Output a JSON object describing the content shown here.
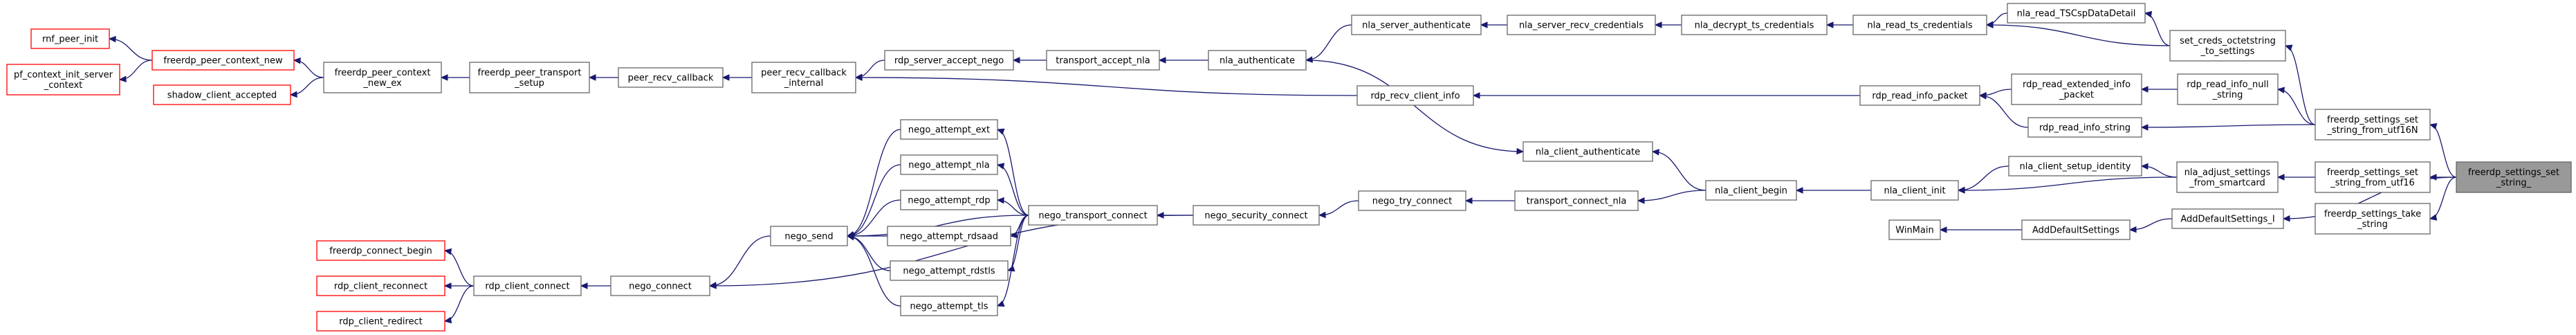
{
  "nodes": [
    {
      "id": "rnf_peer_init",
      "lines": [
        "rnf_peer_init"
      ],
      "style": "red"
    },
    {
      "id": "pf_context_init",
      "lines": [
        "pf_context_init_server",
        "_context"
      ],
      "style": "red"
    },
    {
      "id": "freerdp_peer_context_new",
      "lines": [
        "freerdp_peer_context_new"
      ],
      "style": "red"
    },
    {
      "id": "shadow_client_accepted",
      "lines": [
        "shadow_client_accepted"
      ],
      "style": "red"
    },
    {
      "id": "freerdp_peer_context_new_ex",
      "lines": [
        "freerdp_peer_context",
        "_new_ex"
      ],
      "style": "normal"
    },
    {
      "id": "freerdp_peer_transport_setup",
      "lines": [
        "freerdp_peer_transport",
        "_setup"
      ],
      "style": "normal"
    },
    {
      "id": "peer_recv_callback",
      "lines": [
        "peer_recv_callback"
      ],
      "style": "normal"
    },
    {
      "id": "peer_recv_callback_internal",
      "lines": [
        "peer_recv_callback",
        "_internal"
      ],
      "style": "normal"
    },
    {
      "id": "rdp_server_accept_nego",
      "lines": [
        "rdp_server_accept_nego"
      ],
      "style": "normal"
    },
    {
      "id": "transport_accept_nla",
      "lines": [
        "transport_accept_nla"
      ],
      "style": "normal"
    },
    {
      "id": "nla_authenticate",
      "lines": [
        "nla_authenticate"
      ],
      "style": "normal"
    },
    {
      "id": "nla_server_authenticate",
      "lines": [
        "nla_server_authenticate"
      ],
      "style": "normal"
    },
    {
      "id": "nla_server_recv_credentials",
      "lines": [
        "nla_server_recv_credentials"
      ],
      "style": "normal"
    },
    {
      "id": "nla_decrypt_ts_credentials",
      "lines": [
        "nla_decrypt_ts_credentials"
      ],
      "style": "normal"
    },
    {
      "id": "nla_read_ts_credentials",
      "lines": [
        "nla_read_ts_credentials"
      ],
      "style": "normal"
    },
    {
      "id": "nla_read_TSCspDataDetail",
      "lines": [
        "nla_read_TSCspDataDetail"
      ],
      "style": "normal"
    },
    {
      "id": "set_creds_octetstring",
      "lines": [
        "set_creds_octetstring",
        "_to_settings"
      ],
      "style": "normal"
    },
    {
      "id": "rdp_recv_client_info",
      "lines": [
        "rdp_recv_client_info"
      ],
      "style": "normal"
    },
    {
      "id": "rdp_read_info_packet",
      "lines": [
        "rdp_read_info_packet"
      ],
      "style": "normal"
    },
    {
      "id": "rdp_read_extended_info_packet",
      "lines": [
        "rdp_read_extended_info",
        "_packet"
      ],
      "style": "normal"
    },
    {
      "id": "rdp_read_info_null_string",
      "lines": [
        "rdp_read_info_null",
        "_string"
      ],
      "style": "normal"
    },
    {
      "id": "rdp_read_info_string",
      "lines": [
        "rdp_read_info_string"
      ],
      "style": "normal"
    },
    {
      "id": "freerdp_settings_set_string_from_utf16N",
      "lines": [
        "freerdp_settings_set",
        "_string_from_utf16N"
      ],
      "style": "normal"
    },
    {
      "id": "nla_client_authenticate",
      "lines": [
        "nla_client_authenticate"
      ],
      "style": "normal"
    },
    {
      "id": "nla_client_begin",
      "lines": [
        "nla_client_begin"
      ],
      "style": "normal"
    },
    {
      "id": "nla_client_init",
      "lines": [
        "nla_client_init"
      ],
      "style": "normal"
    },
    {
      "id": "nla_client_setup_identity",
      "lines": [
        "nla_client_setup_identity"
      ],
      "style": "normal"
    },
    {
      "id": "nla_adjust_settings_from_smartcard",
      "lines": [
        "nla_adjust_settings",
        "_from_smartcard"
      ],
      "style": "normal"
    },
    {
      "id": "freerdp_settings_set_string_from_utf16",
      "lines": [
        "freerdp_settings_set",
        "_string_from_utf16"
      ],
      "style": "normal"
    },
    {
      "id": "freerdp_settings_set_string_",
      "lines": [
        "freerdp_settings_set",
        "_string_"
      ],
      "style": "current"
    },
    {
      "id": "freerdp_settings_take_string",
      "lines": [
        "freerdp_settings_take",
        "_string"
      ],
      "style": "normal"
    },
    {
      "id": "nego_attempt_ext",
      "lines": [
        "nego_attempt_ext"
      ],
      "style": "normal"
    },
    {
      "id": "nego_attempt_nla",
      "lines": [
        "nego_attempt_nla"
      ],
      "style": "normal"
    },
    {
      "id": "nego_attempt_rdp",
      "lines": [
        "nego_attempt_rdp"
      ],
      "style": "normal"
    },
    {
      "id": "nego_attempt_rdsaad",
      "lines": [
        "nego_attempt_rdsaad"
      ],
      "style": "normal"
    },
    {
      "id": "nego_attempt_rdstls",
      "lines": [
        "nego_attempt_rdstls"
      ],
      "style": "normal"
    },
    {
      "id": "nego_attempt_tls",
      "lines": [
        "nego_attempt_tls"
      ],
      "style": "normal"
    },
    {
      "id": "nego_send",
      "lines": [
        "nego_send"
      ],
      "style": "normal"
    },
    {
      "id": "nego_transport_connect",
      "lines": [
        "nego_transport_connect"
      ],
      "style": "normal"
    },
    {
      "id": "nego_security_connect",
      "lines": [
        "nego_security_connect"
      ],
      "style": "normal"
    },
    {
      "id": "nego_try_connect",
      "lines": [
        "nego_try_connect"
      ],
      "style": "normal"
    },
    {
      "id": "transport_connect_nla",
      "lines": [
        "transport_connect_nla"
      ],
      "style": "normal"
    },
    {
      "id": "WinMain",
      "lines": [
        "WinMain"
      ],
      "style": "normal"
    },
    {
      "id": "AddDefaultSettings",
      "lines": [
        "AddDefaultSettings"
      ],
      "style": "normal"
    },
    {
      "id": "AddDefaultSettings_I",
      "lines": [
        "AddDefaultSettings_I"
      ],
      "style": "normal"
    },
    {
      "id": "freerdp_connect_begin",
      "lines": [
        "freerdp_connect_begin"
      ],
      "style": "red"
    },
    {
      "id": "rdp_client_reconnect",
      "lines": [
        "rdp_client_reconnect"
      ],
      "style": "red"
    },
    {
      "id": "rdp_client_redirect",
      "lines": [
        "rdp_client_redirect"
      ],
      "style": "red"
    },
    {
      "id": "rdp_client_connect",
      "lines": [
        "rdp_client_connect"
      ],
      "style": "normal"
    },
    {
      "id": "nego_connect",
      "lines": [
        "nego_connect"
      ],
      "style": "normal"
    }
  ],
  "edges": [
    [
      "rnf_peer_init",
      "freerdp_peer_context_new"
    ],
    [
      "pf_context_init",
      "freerdp_peer_context_new"
    ],
    [
      "freerdp_peer_context_new",
      "freerdp_peer_context_new_ex"
    ],
    [
      "shadow_client_accepted",
      "freerdp_peer_context_new_ex"
    ],
    [
      "freerdp_peer_context_new_ex",
      "freerdp_peer_transport_setup"
    ],
    [
      "freerdp_peer_transport_setup",
      "peer_recv_callback"
    ],
    [
      "peer_recv_callback",
      "peer_recv_callback_internal"
    ],
    [
      "peer_recv_callback_internal",
      "rdp_server_accept_nego"
    ],
    [
      "peer_recv_callback_internal",
      "rdp_recv_client_info"
    ],
    [
      "rdp_server_accept_nego",
      "transport_accept_nla"
    ],
    [
      "transport_accept_nla",
      "nla_authenticate"
    ],
    [
      "nla_authenticate",
      "nla_server_authenticate"
    ],
    [
      "nla_client_authenticate",
      "nla_authenticate"
    ],
    [
      "nla_server_authenticate",
      "nla_server_recv_credentials"
    ],
    [
      "nla_server_recv_credentials",
      "nla_decrypt_ts_credentials"
    ],
    [
      "nla_decrypt_ts_credentials",
      "nla_read_ts_credentials"
    ],
    [
      "nla_read_ts_credentials",
      "nla_read_TSCspDataDetail"
    ],
    [
      "nla_read_ts_credentials",
      "set_creds_octetstring"
    ],
    [
      "nla_read_TSCspDataDetail",
      "set_creds_octetstring"
    ],
    [
      "set_creds_octetstring",
      "freerdp_settings_set_string_from_utf16N"
    ],
    [
      "rdp_recv_client_info",
      "rdp_read_info_packet"
    ],
    [
      "rdp_read_info_packet",
      "rdp_read_extended_info_packet"
    ],
    [
      "rdp_read_info_packet",
      "rdp_read_info_string"
    ],
    [
      "rdp_read_extended_info_packet",
      "rdp_read_info_null_string"
    ],
    [
      "rdp_read_info_null_string",
      "freerdp_settings_set_string_from_utf16N"
    ],
    [
      "rdp_read_info_string",
      "freerdp_settings_set_string_from_utf16N"
    ],
    [
      "freerdp_settings_set_string_from_utf16N",
      "freerdp_settings_set_string_"
    ],
    [
      "nla_client_authenticate",
      "nla_client_begin"
    ],
    [
      "transport_connect_nla",
      "nla_client_begin"
    ],
    [
      "nla_client_begin",
      "nla_client_init"
    ],
    [
      "nla_client_init",
      "nla_client_setup_identity"
    ],
    [
      "nla_client_init",
      "nla_adjust_settings_from_smartcard"
    ],
    [
      "nla_client_setup_identity",
      "nla_adjust_settings_from_smartcard"
    ],
    [
      "nla_adjust_settings_from_smartcard",
      "freerdp_settings_set_string_from_utf16"
    ],
    [
      "freerdp_settings_set_string_from_utf16",
      "freerdp_settings_set_string_"
    ],
    [
      "freerdp_settings_take_string",
      "freerdp_settings_set_string_"
    ],
    [
      "nego_attempt_ext",
      "nego_transport_connect"
    ],
    [
      "nego_attempt_nla",
      "nego_transport_connect"
    ],
    [
      "nego_attempt_rdp",
      "nego_transport_connect"
    ],
    [
      "nego_attempt_rdsaad",
      "nego_transport_connect"
    ],
    [
      "nego_attempt_rdstls",
      "nego_transport_connect"
    ],
    [
      "nego_attempt_tls",
      "nego_transport_connect"
    ],
    [
      "nego_send",
      "nego_attempt_ext"
    ],
    [
      "nego_send",
      "nego_attempt_nla"
    ],
    [
      "nego_send",
      "nego_attempt_rdp"
    ],
    [
      "nego_send",
      "nego_attempt_rdsaad"
    ],
    [
      "nego_send",
      "nego_attempt_rdstls"
    ],
    [
      "nego_send",
      "nego_attempt_tls"
    ],
    [
      "nego_send",
      "nego_transport_connect"
    ],
    [
      "nego_transport_connect",
      "nego_security_connect"
    ],
    [
      "nego_security_connect",
      "nego_try_connect"
    ],
    [
      "nego_try_connect",
      "transport_connect_nla"
    ],
    [
      "nego_connect",
      "nego_send"
    ],
    [
      "nego_connect",
      "nego_security_connect"
    ],
    [
      "rdp_client_connect",
      "nego_connect"
    ],
    [
      "freerdp_connect_begin",
      "rdp_client_connect"
    ],
    [
      "rdp_client_reconnect",
      "rdp_client_connect"
    ],
    [
      "rdp_client_redirect",
      "rdp_client_connect"
    ],
    [
      "WinMain",
      "AddDefaultSettings"
    ],
    [
      "AddDefaultSettings",
      "AddDefaultSettings_I"
    ],
    [
      "AddDefaultSettings_I",
      "freerdp_settings_set_string_"
    ]
  ]
}
